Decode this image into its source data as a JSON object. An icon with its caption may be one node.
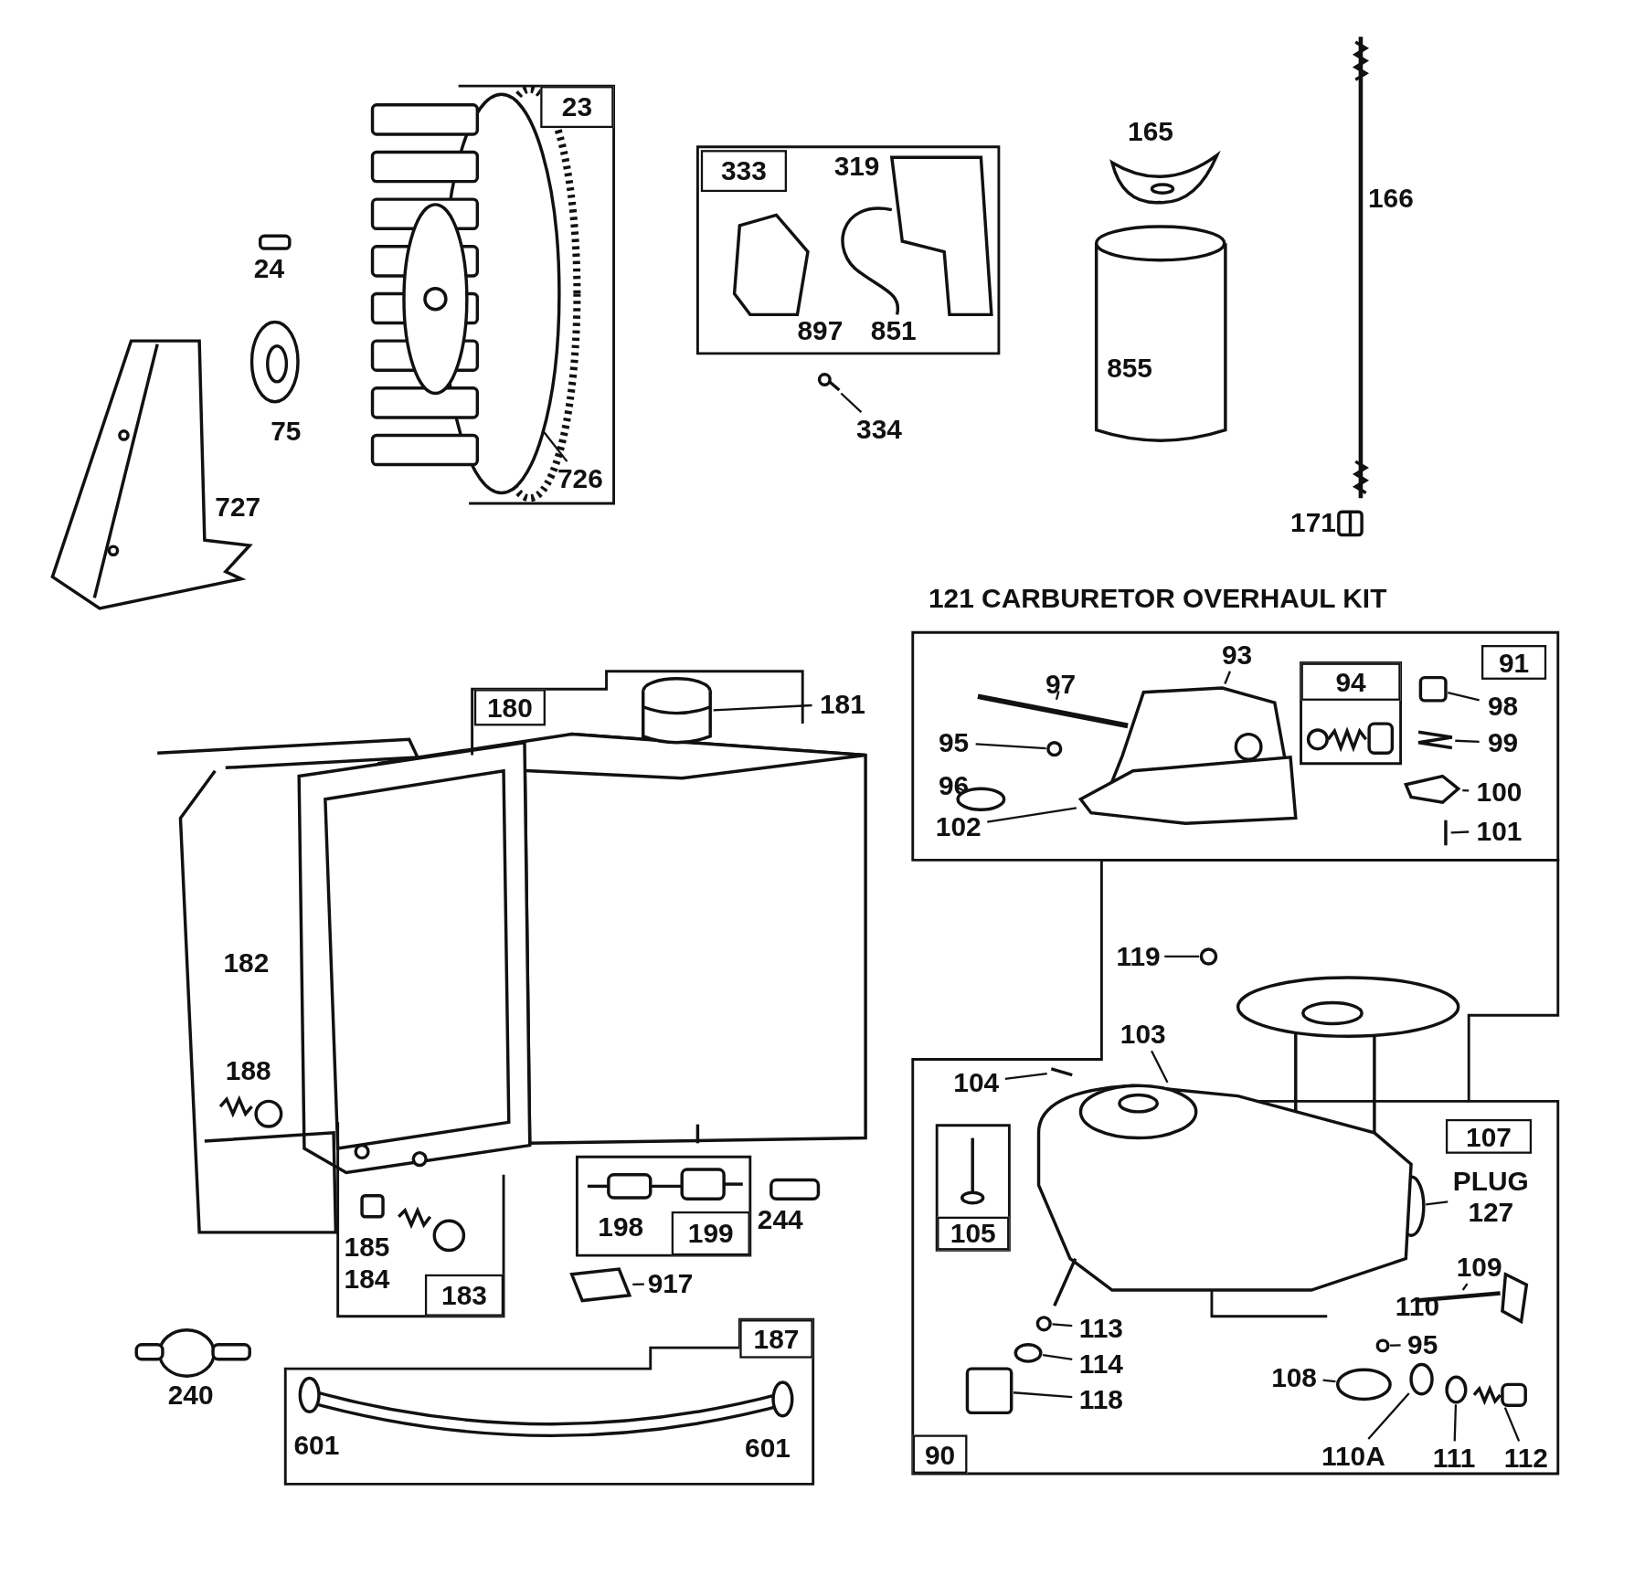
{
  "diagram": {
    "nodes": [
      {
        "text": [
          "23"
        ]
      },
      {
        "text": [
          "726"
        ],
        "in": 0
      },
      {
        "text": [
          "333"
        ]
      },
      {
        "text": [
          "334"
        ]
      },
      {
        "text": [
          "91"
        ]
      },
      {
        "text": [
          "97"
        ],
        "in": 4
      },
      {
        "text": [
          "93"
        ],
        "in": 4
      },
      {
        "text": [
          "94"
        ],
        "in": 4
      },
      {
        "text": [
          "98"
        ],
        "in": 4
      },
      {
        "text": [
          "99"
        ],
        "in": 4
      },
      {
        "text": [
          "100"
        ],
        "in": 4
      },
      {
        "text": [
          "101"
        ],
        "in": 4
      },
      {
        "text": [
          "95"
        ],
        "in": 4
      },
      {
        "text": [
          "96"
        ],
        "in": 4
      },
      {
        "text": [
          "102"
        ],
        "in": 4
      },
      {
        "text": [
          "90"
        ]
      },
      {
        "text": [
          "119"
        ],
        "in": 15
      },
      {
        "text": [
          "103"
        ],
        "in": 15
      },
      {
        "text": [
          "104"
        ],
        "in": 15
      },
      {
        "text": [
          "105"
        ],
        "in": 15
      },
      {
        "text": [
          "107"
        ],
        "in": 15
      },
      {
        "text": [
          "PLUG",
          "127"
        ],
        "in": 20
      },
      {
        "text": [
          "109"
        ],
        "in": 20
      },
      {
        "text": [
          "95"
        ],
        "in": 15
      },
      {
        "text": [
          "108"
        ],
        "in": 15
      },
      {
        "text": [
          "113"
        ],
        "in": 15
      },
      {
        "text": [
          "114"
        ],
        "in": 15
      },
      {
        "text": [
          "118"
        ],
        "in": 15
      },
      {
        "text": [
          "110A"
        ],
        "in": 15
      },
      {
        "text": [
          "111"
        ],
        "in": 15
      },
      {
        "text": [
          "112"
        ],
        "in": 15
      },
      {
        "text": [
          "180"
        ]
      },
      {
        "text": [
          "181"
        ]
      },
      {
        "text": [
          "183"
        ]
      },
      {
        "text": [
          "199"
        ]
      },
      {
        "text": [
          "917"
        ]
      },
      {
        "text": [
          "187"
        ]
      },
      {
        "text": [],
        "shape": "picture",
        "in": 31
      },
      {
        "text": [],
        "shape": "picture"
      },
      {
        "text": [],
        "shape": "picture",
        "in": 4
      },
      {
        "text": [],
        "shape": "picture",
        "in": 4
      },
      {
        "text": [],
        "shape": "box",
        "in": 4
      },
      {
        "text": [],
        "shape": "picture",
        "in": 4
      },
      {
        "text": [],
        "shape": "picture",
        "in": 4
      },
      {
        "text": [],
        "shape": "picture",
        "in": 4
      },
      {
        "text": [],
        "shape": "circle",
        "in": 4
      },
      {
        "text": [],
        "shape": "circle",
        "in": 4
      },
      {
        "text": [],
        "shape": "picture",
        "in": 4
      },
      {
        "text": [],
        "shape": "circle",
        "in": 15
      },
      {
        "text": [],
        "shape": "picture",
        "in": 15
      },
      {
        "text": [],
        "shape": "picture",
        "in": 15
      },
      {
        "text": [],
        "shape": "circle",
        "in": 20
      },
      {
        "text": [],
        "shape": "picture",
        "in": 20
      },
      {
        "text": [],
        "shape": "circle",
        "in": 15
      },
      {
        "text": [],
        "shape": "circle",
        "in": 15
      },
      {
        "text": [],
        "shape": "circle",
        "in": 15
      },
      {
        "text": [],
        "shape": "circle",
        "in": 15
      },
      {
        "text": [],
        "shape": "box",
        "in": 15
      },
      {
        "text": [],
        "shape": "circle",
        "in": 15
      },
      {
        "text": [],
        "shape": "circle",
        "in": 15
      },
      {
        "text": [],
        "shape": "picture",
        "in": 15
      },
      {
        "text": [],
        "shape": "picture"
      }
    ],
    "edges": [
      {
        "from": 1,
        "to": null,
        "arrow": "none"
      },
      {
        "from": 3,
        "to": 38,
        "arrow": "none"
      },
      {
        "from": 5,
        "to": 39,
        "arrow": "none"
      },
      {
        "from": 6,
        "to": 40,
        "arrow": "none"
      },
      {
        "from": 8,
        "to": 41,
        "arrow": "none"
      },
      {
        "from": 9,
        "to": 42,
        "arrow": "none"
      },
      {
        "from": 10,
        "to": 43,
        "arrow": "none"
      },
      {
        "from": 11,
        "to": 44,
        "arrow": "none"
      },
      {
        "from": 12,
        "to": 45,
        "arrow": "none"
      },
      {
        "from": 13,
        "to": 46,
        "arrow": "none"
      },
      {
        "from": 14,
        "to": 47,
        "arrow": "none"
      },
      {
        "from": 16,
        "to": 48,
        "arrow": "none"
      },
      {
        "from": 17,
        "to": 49,
        "arrow": "none"
      },
      {
        "from": 18,
        "to": 50,
        "arrow": "none"
      },
      {
        "from": 21,
        "to": 51,
        "arrow": "none"
      },
      {
        "from": 22,
        "to": 52,
        "arrow": "none"
      },
      {
        "from": 23,
        "to": 53,
        "arrow": "none"
      },
      {
        "from": 24,
        "to": 54,
        "arrow": "none"
      },
      {
        "from": 25,
        "to": 55,
        "arrow": "none"
      },
      {
        "from": 26,
        "to": 56,
        "arrow": "none"
      },
      {
        "from": 27,
        "to": 57,
        "arrow": "none"
      },
      {
        "from": 28,
        "to": 58,
        "arrow": "none"
      },
      {
        "from": 29,
        "to": 59,
        "arrow": "none"
      },
      {
        "from": 30,
        "to": 60,
        "arrow": "none"
      },
      {
        "from": 32,
        "to": 37,
        "arrow": "none"
      },
      {
        "from": 35,
        "to": 61,
        "arrow": "none"
      }
    ],
    "labels": [
      "165",
      "166",
      "24",
      "319",
      "897",
      "851",
      "855",
      "75",
      "727",
      "171",
      "121 CARBURETOR OVERHAUL KIT",
      "182",
      "188",
      "110",
      "198",
      "244",
      "185",
      "184",
      "240",
      "601",
      "601"
    ]
  }
}
